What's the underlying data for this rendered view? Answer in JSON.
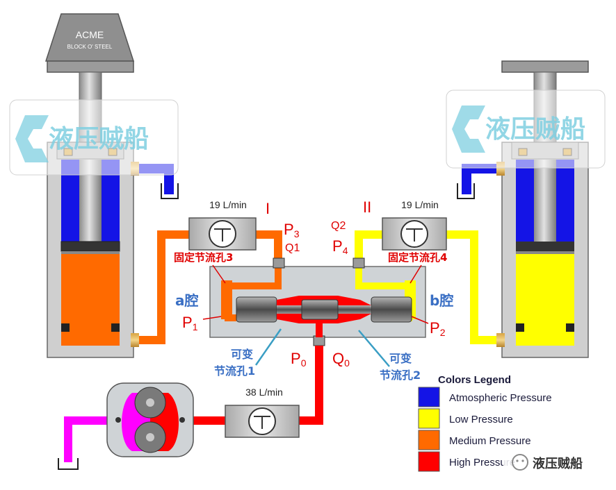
{
  "brand": {
    "top": "ACME",
    "bottom": "BLOCK O' STEEL"
  },
  "watermark": {
    "text": "液压贼船"
  },
  "flowmeters": {
    "left": "19 L/min",
    "right": "19 L/min",
    "bottom": "38 L/min"
  },
  "labels": {
    "roman_left": "I",
    "roman_right": "II",
    "p3": "P",
    "p3_sub": "3",
    "q1": "Q1",
    "q2": "Q2",
    "p4": "P",
    "p4_sub": "4",
    "orifice3": "固定节流孔3",
    "orifice4": "固定节流孔4",
    "a_chamber": "a腔",
    "b_chamber": "b腔",
    "p1": "P",
    "p1_sub": "1",
    "p2": "P",
    "p2_sub": "2",
    "p0": "P",
    "p0_sub": "0",
    "q0": "Q",
    "q0_sub": "0",
    "var1_line1": "可变",
    "var1_line2": "节流孔1",
    "var2_line1": "可变",
    "var2_line2": "节流孔2"
  },
  "legend": {
    "title": "Colors Legend",
    "items": [
      {
        "label": "Atmospheric Pressure",
        "color": "#1414e6"
      },
      {
        "label": "Low Pressure",
        "color": "#ffff00"
      },
      {
        "label": "Medium Pressure",
        "color": "#ff6a00"
      },
      {
        "label": "High Pressure",
        "color": "#ff0000"
      }
    ]
  },
  "footer_watermark": "液压贼船",
  "colors": {
    "atmospheric": "#1414e6",
    "low": "#ffff00",
    "medium": "#ff6a00",
    "high": "#ff0000",
    "pump_inlet": "#ff00ff",
    "label_red": "#e00000",
    "label_blue": "#3a6fc4"
  }
}
